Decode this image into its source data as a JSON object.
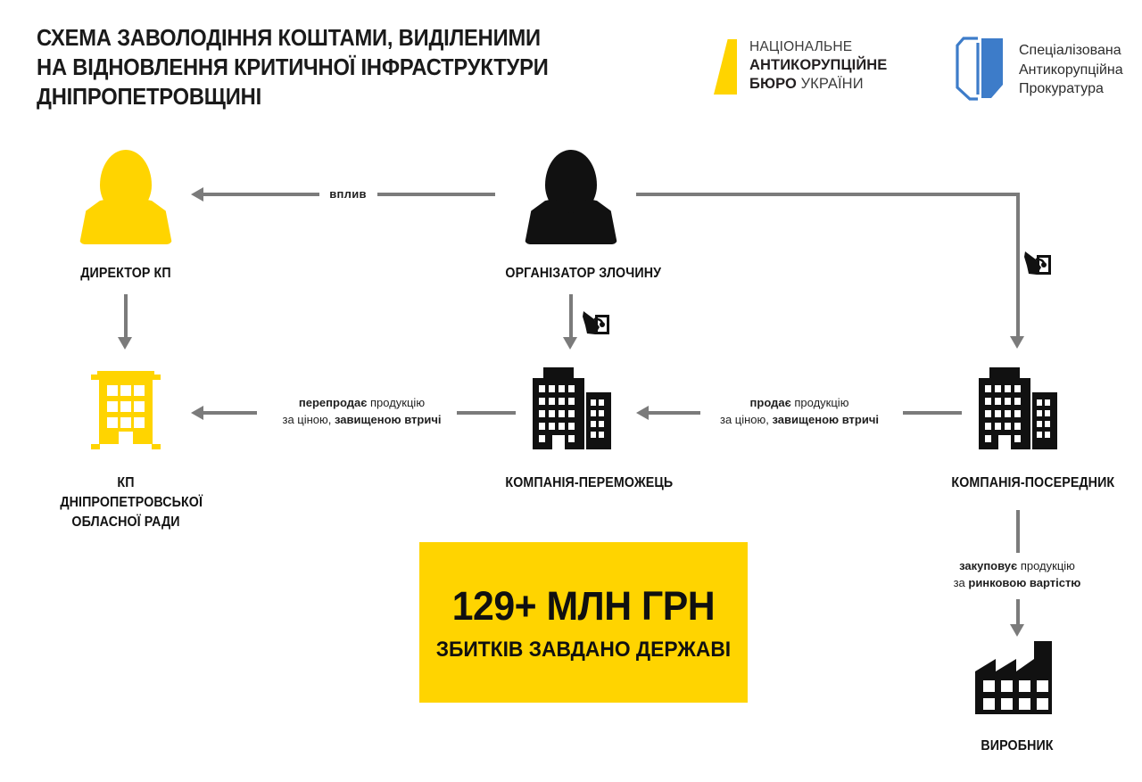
{
  "title": {
    "line1": "СХЕМА ЗАВОЛОДІННЯ КОШТАМИ, ВИДІЛЕНИМИ",
    "line2": "НА ВІДНОВЛЕННЯ КРИТИЧНОЇ ІНФРАСТРУКТУРИ",
    "line3": "ДНІПРОПЕТРОВЩИНІ"
  },
  "logos": {
    "nabu": {
      "line1": "НАЦІОНАЛЬНЕ",
      "line2": "АНТИКОРУПЦІЙНЕ",
      "line3_bold": "БЮРО",
      "line3_thin": "УКРАЇНИ",
      "mark_color": "#FFD400",
      "mark_icon": "nabu-wedge-icon"
    },
    "sap": {
      "line1": "Спеціалізована",
      "line2": "Антикорупційна",
      "line3": "Прокуратура",
      "mark_color": "#3d7cc9",
      "mark_icon": "open-book-icon"
    }
  },
  "nodes": [
    {
      "id": "director",
      "label": "ДИРЕКТОР КП",
      "icon": "person-icon",
      "color": "#FFD400"
    },
    {
      "id": "organizer",
      "label": "ОРГАНІЗАТОР ЗЛОЧИНУ",
      "icon": "person-icon",
      "color": "#111111"
    },
    {
      "id": "kp",
      "label_l1": "КП ДНІПРОПЕТРОВСЬКОЇ",
      "label_l2": "ОБЛАСНОЇ РАДИ",
      "icon": "office-building-icon",
      "color": "#FFD400"
    },
    {
      "id": "winner",
      "label": "КОМПАНІЯ-ПЕРЕМОЖЕЦЬ",
      "icon": "two-buildings-icon",
      "color": "#111111"
    },
    {
      "id": "middleman",
      "label": "КОМПАНІЯ-ПОСЕРЕДНИК",
      "icon": "two-buildings-icon",
      "color": "#111111"
    },
    {
      "id": "producer",
      "label": "ВИРОБНИК",
      "icon": "factory-icon",
      "color": "#111111"
    }
  ],
  "edges": {
    "influence": {
      "text": "вплив"
    },
    "resell": {
      "l1_bold": "перепродає",
      "l1_rest": " продукцію",
      "l2_rest": "за ціною, ",
      "l2_bold": "завищеною втричі"
    },
    "sell": {
      "l1_bold": "продає",
      "l1_rest": " продукцію",
      "l2_rest": "за ціною, ",
      "l2_bold": "завищеною втричі"
    },
    "buy": {
      "l1_bold": "закуповує",
      "l1_rest": " продукцію",
      "l2_rest": "за ",
      "l2_bold": "ринковою вартістю"
    }
  },
  "glyphs": {
    "money_grab": "hand-taking-money-icon"
  },
  "damages": {
    "amount": "129+ МЛН ГРН",
    "caption": "ЗБИТКІВ ЗАВДАНО ДЕРЖАВІ",
    "background": "#FFD400"
  },
  "palette": {
    "yellow": "#FFD400",
    "black": "#111111",
    "gray_line": "#7b7b7b",
    "blue": "#3d7cc9"
  }
}
